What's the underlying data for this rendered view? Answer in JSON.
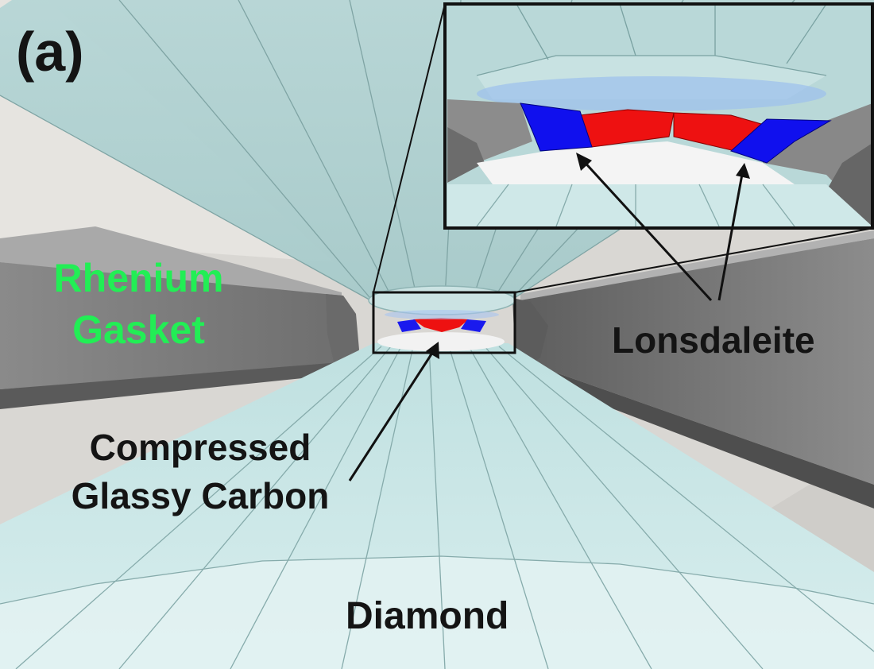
{
  "panel_label": "(a)",
  "labels": {
    "gasket": [
      "Rhenium",
      "Gasket"
    ],
    "lonsdaleite": "Lonsdaleite",
    "glassy_carbon": [
      "Compressed",
      "Glassy Carbon"
    ],
    "diamond": "Diamond"
  },
  "colors": {
    "diamond": "#b9dcdc",
    "diamond_light": "#d6ecec",
    "gasket": "#7a7a7a",
    "gasket_light": "#9c9c9c",
    "background": "#d8d6d2",
    "lonsdaleite": "#0000ee",
    "glassy_carbon": "#ee0000",
    "gasket_label": "#22ee55",
    "text": "#141414"
  }
}
